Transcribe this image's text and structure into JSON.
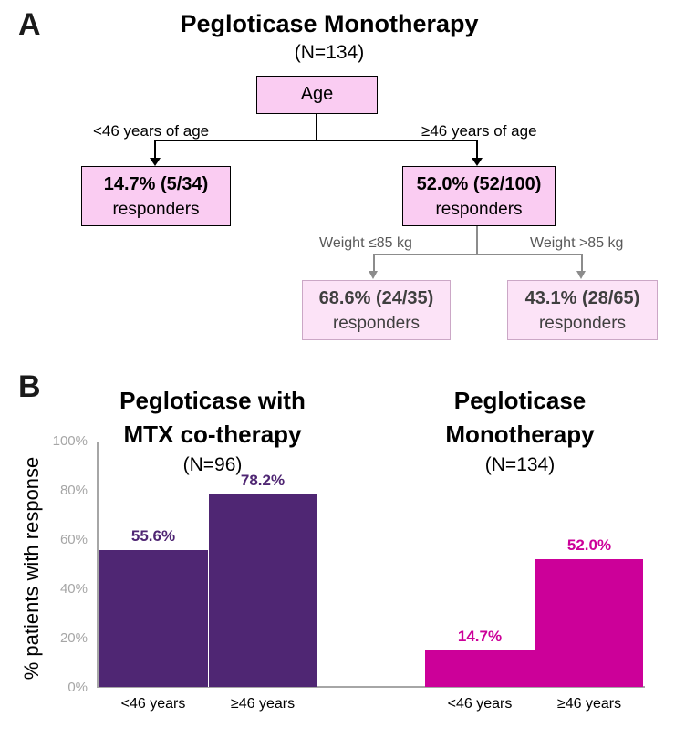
{
  "panelA": {
    "label": "A",
    "title": "Pegloticase Monotherapy",
    "subtitle": "(N=134)",
    "root": {
      "label": "Age"
    },
    "branch_left_label": "<46 years of age",
    "branch_right_label": "≥46 years of age",
    "node_left": {
      "value": "14.7% (5/34)",
      "caption": "responders"
    },
    "node_right": {
      "value": "52.0% (52/100)",
      "caption": "responders"
    },
    "weight_left_label": "Weight ≤85 kg",
    "weight_right_label": "Weight >85 kg",
    "node_weight_low": {
      "value": "68.6% (24/35)",
      "caption": "responders"
    },
    "node_weight_high": {
      "value": "43.1% (28/65)",
      "caption": "responders"
    },
    "colors": {
      "node_fill": "#FACCF2",
      "node_border": "#000000",
      "subnode_fill": "#FCE3F7",
      "subnode_border": "#CBA7C6",
      "subnode_text": "#3F3F3F",
      "connector_gray": "#8C8C8C"
    }
  },
  "panelB": {
    "label": "B"
  },
  "chart_data": {
    "type": "bar",
    "ylabel": "% patients with response",
    "ylim": [
      0,
      100
    ],
    "yticks": [
      "100%",
      "80%",
      "60%",
      "40%",
      "20%",
      "0%"
    ],
    "grid": false,
    "axis_color": "#A6A6A6",
    "groups": [
      {
        "title_line1": "Pegloticase with",
        "title_line2": "MTX co-therapy",
        "subtitle": "(N=96)",
        "color": "#4F2673",
        "categories": [
          "<46 years",
          "≥46 years"
        ],
        "values": [
          55.6,
          78.2
        ],
        "value_labels": [
          "55.6%",
          "78.2%"
        ]
      },
      {
        "title_line1": "Pegloticase",
        "title_line2": "Monotherapy",
        "subtitle": "(N=134)",
        "color": "#CC0099",
        "categories": [
          "<46 years",
          "≥46 years"
        ],
        "values": [
          14.7,
          52.0
        ],
        "value_labels": [
          "14.7%",
          "52.0%"
        ]
      }
    ]
  }
}
